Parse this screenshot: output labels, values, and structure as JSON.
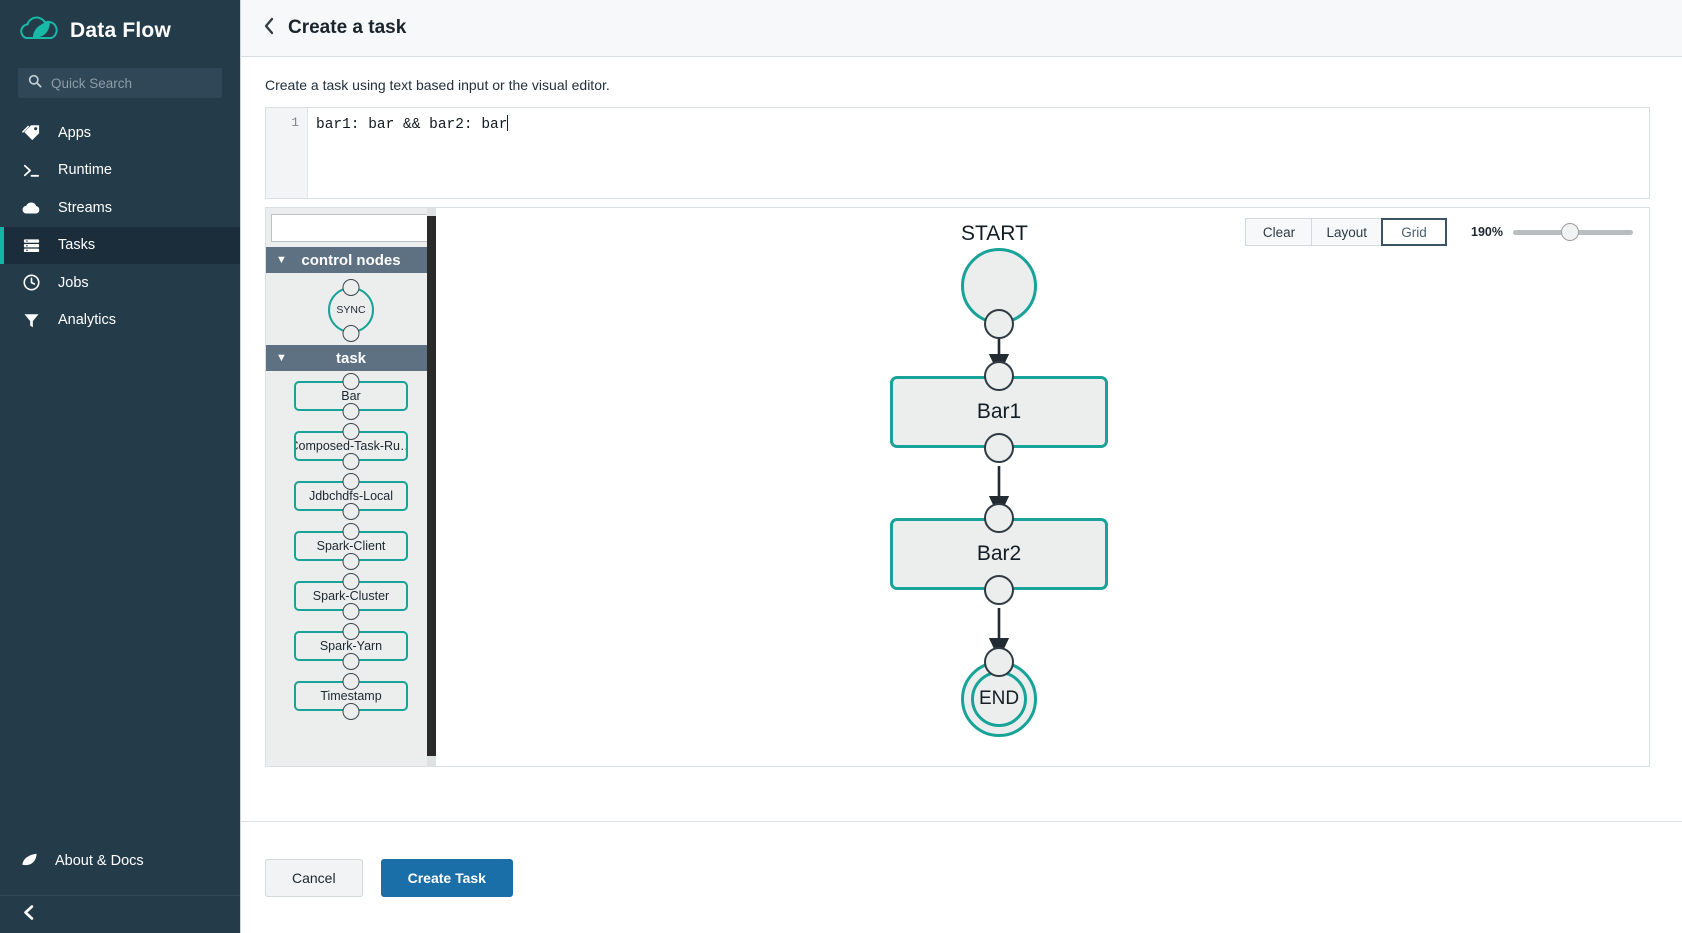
{
  "sidebar": {
    "brand": {
      "title": "Data Flow",
      "logo_icon": "spring-leaf-cloud-icon"
    },
    "search": {
      "placeholder": "Quick Search",
      "value": "",
      "icon": "search-icon"
    },
    "items": [
      {
        "label": "Apps",
        "icon": "tag-icon",
        "active": false
      },
      {
        "label": "Runtime",
        "icon": "terminal-icon",
        "active": false
      },
      {
        "label": "Streams",
        "icon": "cloud-icon",
        "active": false
      },
      {
        "label": "Tasks",
        "icon": "stack-icon",
        "active": true
      },
      {
        "label": "Jobs",
        "icon": "clock-icon",
        "active": false
      },
      {
        "label": "Analytics",
        "icon": "funnel-icon",
        "active": false
      }
    ],
    "about": {
      "label": "About & Docs",
      "icon": "leaf-icon"
    },
    "collapse": {
      "icon": "chevron-left-icon"
    },
    "accent": "#18b3a7",
    "background": "#243b4a"
  },
  "header": {
    "back_icon": "chevron-left-icon",
    "title": "Create a task"
  },
  "main": {
    "subtitle": "Create a task using text based input or the visual editor.",
    "editor": {
      "line_number": "1",
      "code": "bar1: bar && bar2: bar"
    }
  },
  "palette": {
    "filter": {
      "value": "",
      "placeholder": ""
    },
    "groups": [
      {
        "name": "control nodes",
        "caret": "▼",
        "nodes": [
          {
            "label": "SYNC",
            "shape": "ellipse"
          }
        ]
      },
      {
        "name": "task",
        "caret": "▼",
        "nodes": [
          {
            "label": "Bar",
            "shape": "box"
          },
          {
            "label": "Composed-Task-Ru…",
            "shape": "box"
          },
          {
            "label": "Jdbchdfs-Local",
            "shape": "box"
          },
          {
            "label": "Spark-Client",
            "shape": "box"
          },
          {
            "label": "Spark-Cluster",
            "shape": "box"
          },
          {
            "label": "Spark-Yarn",
            "shape": "box"
          },
          {
            "label": "Timestamp",
            "shape": "box"
          }
        ]
      }
    ]
  },
  "canvas": {
    "toolbar": {
      "clear_label": "Clear",
      "layout_label": "Layout",
      "grid_label": "Grid",
      "grid_selected": true
    },
    "zoom": {
      "label": "190%",
      "value": 190,
      "min": 10,
      "max": 400
    },
    "graph": {
      "nodes": [
        {
          "id": "start",
          "label": "START",
          "type": "start"
        },
        {
          "id": "bar1",
          "label": "Bar1",
          "type": "task"
        },
        {
          "id": "bar2",
          "label": "Bar2",
          "type": "task"
        },
        {
          "id": "end",
          "label": "END",
          "type": "end"
        }
      ],
      "edges": [
        {
          "from": "start",
          "to": "bar1"
        },
        {
          "from": "bar1",
          "to": "bar2"
        },
        {
          "from": "bar2",
          "to": "end"
        }
      ]
    },
    "accent": "#17a398"
  },
  "footer": {
    "cancel_label": "Cancel",
    "create_label": "Create Task",
    "primary_color": "#1b6fa8"
  }
}
